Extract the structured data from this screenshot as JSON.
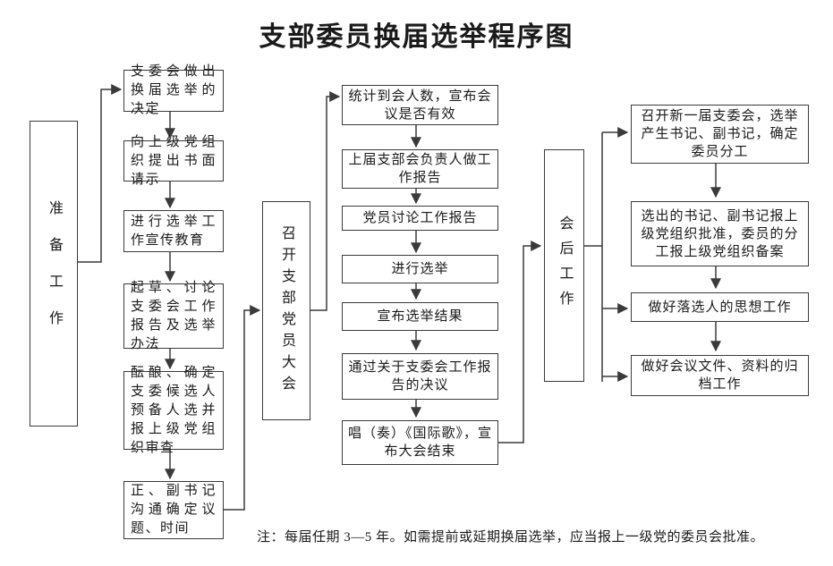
{
  "title": "支部委员换届选举程序图",
  "footnote": "注：每届任期 3—5 年。如需提前或延期换届选举，应当报上一级党的委员会批准。",
  "stages": {
    "prepare": "准备工作",
    "congress": "召开支部党员大会",
    "post": "会后工作"
  },
  "prepare_steps": [
    "支委会做出换届选举的决定",
    "向上级党组织提出书面请示",
    "进行选举工作宣传教育",
    "起草、讨论支委会工作报告及选举办法",
    "酝酿、确定支委候选人预备人选并报上级党组织审查",
    "正、副书记沟通确定议题、时间"
  ],
  "congress_steps": [
    "统计到会人数，宣布会议是否有效",
    "上届支部会负责人做工作报告",
    "党员讨论工作报告",
    "进行选举",
    "宣布选举结果",
    "通过关于支委会工作报告的决议",
    "唱（奏）《国际歌》，宣布大会结束"
  ],
  "post_steps": [
    "召开新一届支委会，选举产生书记、副书记，确定委员分工",
    "选出的书记、副书记报上级党组织批准，委员的分工报上级党组织备案",
    "做好落选人的思想工作",
    "做好会议文件、资料的归档工作"
  ],
  "colors": {
    "line": "#3a3a3a",
    "text": "#1a1a1a",
    "background": "#ffffff"
  }
}
